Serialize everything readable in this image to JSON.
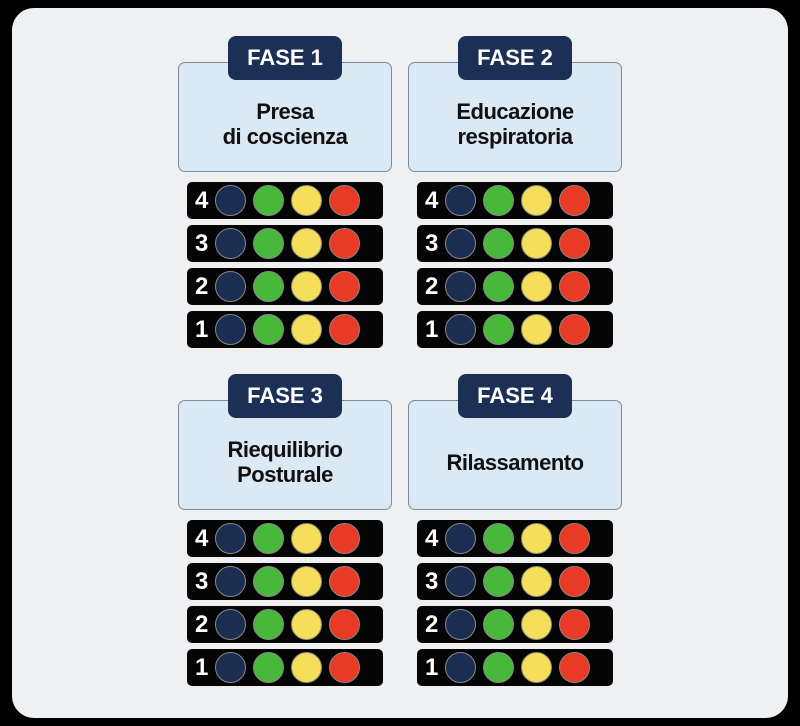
{
  "phases": [
    {
      "badge": "FASE 1",
      "title": "Presa\ndi coscienza",
      "levels": [
        "4",
        "3",
        "2",
        "1"
      ]
    },
    {
      "badge": "FASE 2",
      "title": "Educazione\nrespiratoria",
      "levels": [
        "4",
        "3",
        "2",
        "1"
      ]
    },
    {
      "badge": "FASE 3",
      "title": "Riequilibrio\nPosturale",
      "levels": [
        "4",
        "3",
        "2",
        "1"
      ]
    },
    {
      "badge": "FASE 4",
      "title": "Rilassamento",
      "levels": [
        "4",
        "3",
        "2",
        "1"
      ]
    }
  ],
  "indicator_colors": [
    {
      "name": "navy",
      "hex": "#1b2d50"
    },
    {
      "name": "green",
      "hex": "#48b83a"
    },
    {
      "name": "yellow",
      "hex": "#f5de5a"
    },
    {
      "name": "red",
      "hex": "#e83a25"
    }
  ]
}
